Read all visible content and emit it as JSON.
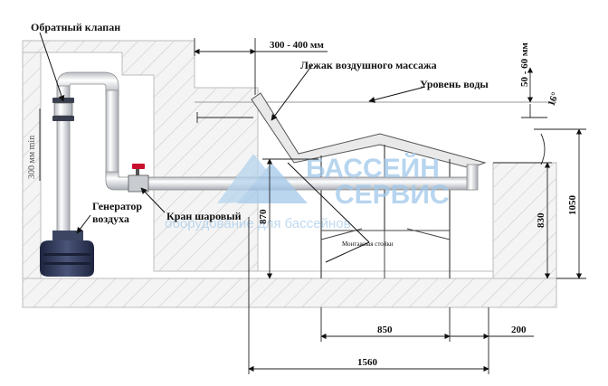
{
  "labels": {
    "check_valve": "Обратный клапан",
    "air_massage_bed": "Лежак воздушного массажа",
    "water_level": "Уровень воды",
    "ball_valve": "Кран шаровый",
    "air_generator_line1": "Генератор",
    "air_generator_line2": "воздуха",
    "mounting_posts": "Монтажная стойки"
  },
  "dimensions": {
    "offset": "300 - 400 мм",
    "depth_under_water": "50 - 60 мм",
    "angle": "16°",
    "min_height": "300 мм min",
    "post_height": "870",
    "inner_height": "830",
    "total_height": "1050",
    "post_span": "850",
    "side_offset": "200",
    "total_length": "1560"
  },
  "watermark": {
    "line1": "БАССЕЙН",
    "line2": "СЕРВИС",
    "line3": "оборудование для бассейнов"
  },
  "colors": {
    "wall_fill": "#f4f4f4",
    "hatch": "#b9b9b9",
    "pipe": "#eef0f2",
    "pipe_edge": "#8c8c8c",
    "valve_dark": "#3a3f4f",
    "generator": "#2d3650",
    "ball_valve_handle": "#c8102e",
    "watermark": "#9fc7ea"
  }
}
